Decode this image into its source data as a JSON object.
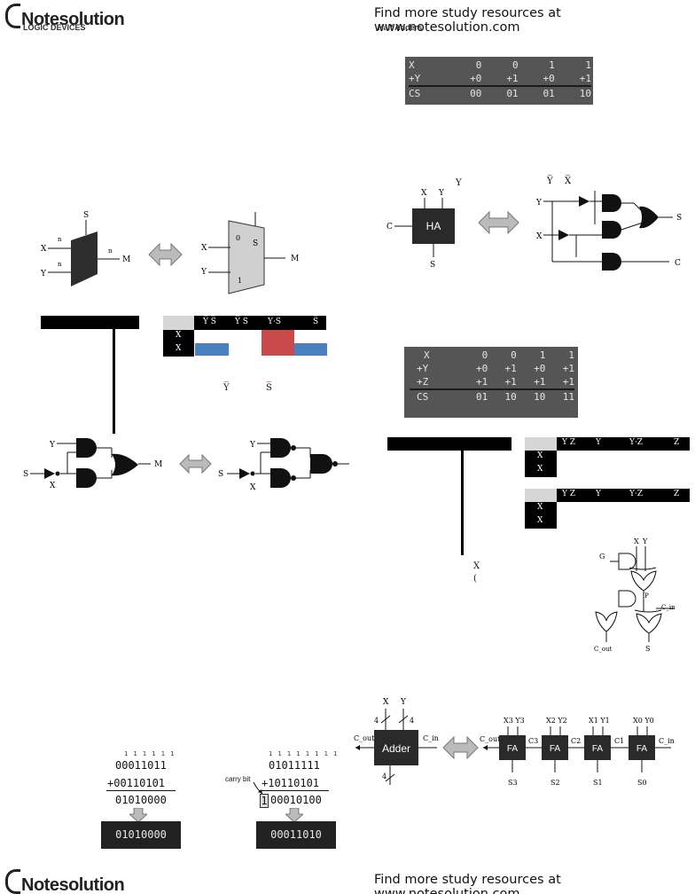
{
  "header": {
    "brand": "Notesolution",
    "tagline": "Find more study resources at www.notesolution.com"
  },
  "footer": {
    "brand": "Notesolution",
    "tagline": "Find more study resources at www.notesolution.com"
  },
  "sections": {
    "left_heading": "LOGIC DEVICES",
    "right_heading": "Half Adders"
  },
  "half_adder_table": {
    "rows": [
      [
        "X",
        "0",
        "0",
        "1",
        "1"
      ],
      [
        "+Y",
        "+0",
        "+1",
        "+0",
        "+1"
      ],
      [
        "CS",
        "00",
        "01",
        "01",
        "10"
      ]
    ]
  },
  "full_adder_table": {
    "rows": [
      [
        "X",
        "0",
        "0",
        "1",
        "1"
      ],
      [
        "+Y",
        "+0",
        "+1",
        "+0",
        "+1"
      ],
      [
        "+Z",
        "+1",
        "+1",
        "+1",
        "+1"
      ],
      [
        "CS",
        "01",
        "10",
        "10",
        "11"
      ]
    ]
  },
  "mux": {
    "labels": {
      "x": "X",
      "y": "Y",
      "s": "S",
      "m": "M",
      "n": "n",
      "zero": "0",
      "one": "1"
    },
    "kmap_header": [
      "Y̅ S̅",
      "Y̅ S",
      "Y·S",
      "S̅"
    ],
    "kmap_rows": [
      "X̅",
      "X"
    ],
    "below_labels": [
      "Y̅",
      "S̅"
    ],
    "colors": {
      "blue": "#4a7fc1",
      "red": "#c94a4a"
    }
  },
  "half_adder": {
    "box_label": "HA",
    "labels": {
      "x": "X",
      "y": "Y",
      "c": "C",
      "s": "S",
      "ybar": "Y̅",
      "xbar": "X̅"
    }
  },
  "full_adder_kmaps": {
    "header": [
      "Y̅ Z̅",
      "Y̅",
      "Y·Z",
      "Z̅"
    ],
    "rows": [
      "X̅",
      "X"
    ],
    "side_text": [
      "X",
      "("
    ]
  },
  "full_adder_circuit": {
    "labels": {
      "g": "G",
      "x": "X",
      "y": "Y",
      "p": "P",
      "cin": "C_in",
      "cout": "C_out",
      "s": "S"
    }
  },
  "ripple": {
    "adder_label": "Adder",
    "fa_label": "FA",
    "inputs": {
      "x": "X",
      "y": "Y",
      "four": "4"
    },
    "cout": "C_out",
    "cin": "C_in",
    "carries": [
      "C3",
      "C2",
      "C1"
    ],
    "xy": [
      "X3 Y3",
      "X2 Y2",
      "X1 Y1",
      "X0 Y0"
    ],
    "sums": [
      "S3",
      "S2",
      "S1",
      "S0"
    ]
  },
  "binary_examples": [
    {
      "carry": "1 1 1 1 1 1",
      "a": "00011011",
      "b": "+00110101",
      "sum": "01010000",
      "result": "01010000"
    },
    {
      "carry": "1 1 1 1 1 1 1 1",
      "a": "01011111",
      "b": "+10110101",
      "carry_bit_digit": "1",
      "sum_rest": "00010100",
      "result": "00011010",
      "carry_label": "carry bit"
    }
  ]
}
